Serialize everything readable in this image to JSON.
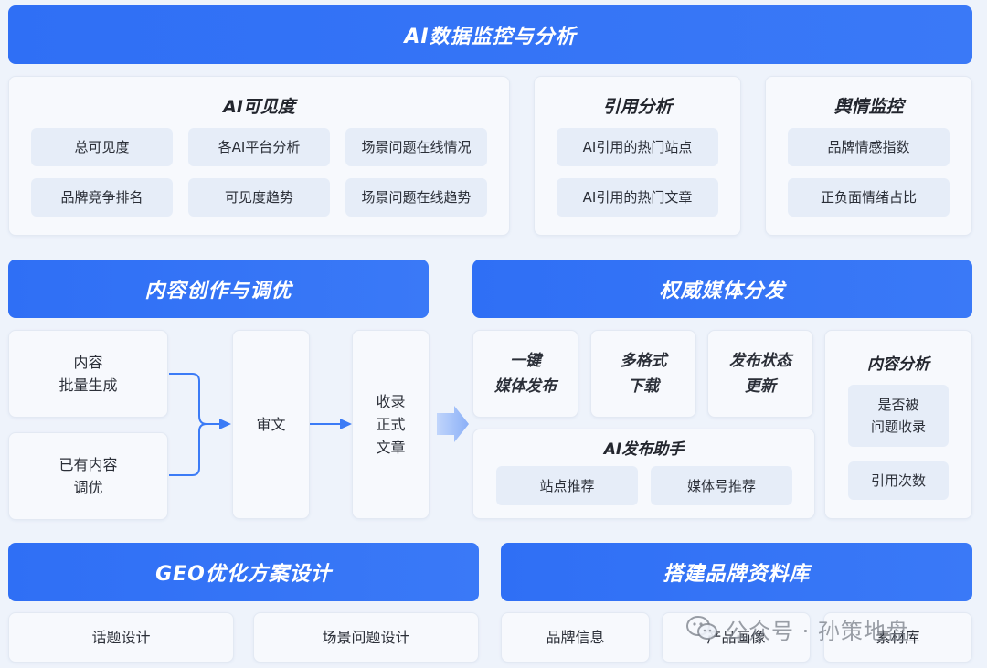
{
  "top": {
    "title": "AI数据监控与分析",
    "visibility": {
      "title": "AI可见度",
      "items": [
        "总可见度",
        "各AI平台分析",
        "场景问题在线情况",
        "品牌竞争排名",
        "可见度趋势",
        "场景问题在线趋势"
      ]
    },
    "citation": {
      "title": "引用分析",
      "items": [
        "AI引用的热门站点",
        "AI引用的热门文章"
      ]
    },
    "sentiment": {
      "title": "舆情监控",
      "items": [
        "品牌情感指数",
        "正负面情绪占比"
      ]
    }
  },
  "content": {
    "title": "内容创作与调优",
    "steps": {
      "batch": "内容\n批量生成",
      "optimize": "已有内容\n调优",
      "review": "审文",
      "publish": "收录\n正式\n文章"
    }
  },
  "media": {
    "title": "权威媒体分发",
    "cards": {
      "one_click": "一键\n媒体发布",
      "multi_format": "多格式\n下载",
      "status": "发布状态\n更新"
    },
    "assistant": {
      "title": "AI发布助手",
      "items": [
        "站点推荐",
        "媒体号推荐"
      ]
    },
    "analysis": {
      "title": "内容分析",
      "items": [
        "是否被\n问题收录",
        "引用次数"
      ]
    }
  },
  "geo": {
    "title": "GEO优化方案设计",
    "items": [
      "话题设计",
      "场景问题设计"
    ]
  },
  "brand": {
    "title": "搭建品牌资料库",
    "items": [
      "品牌信息",
      "产品画像",
      "素材库"
    ]
  },
  "watermark": {
    "icon": "wechat-icon",
    "text": "公众号 · 孙策地盘"
  },
  "colors": {
    "header_blue": "#2f6ff5",
    "panel_bg": "#f7f9fd",
    "chip_bg": "#e6edf8",
    "arrow_blue": "#3b7bf6"
  }
}
